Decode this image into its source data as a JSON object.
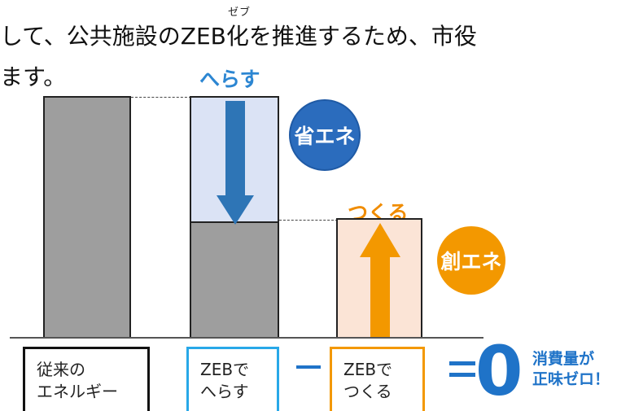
{
  "header": {
    "ruby": "ゼブ",
    "line1": "して、公共施設のZEB化を推進するため、市役",
    "line2": "ます。"
  },
  "diagram": {
    "label_reduce": "へらす",
    "label_create": "つくる",
    "circle_saving": "省エネ",
    "circle_creating": "創エネ",
    "box_conventional_line1": "従来の",
    "box_conventional_line2": "エネルギー",
    "box_reduce_line1": "ZEBで",
    "box_reduce_line2": "へらす",
    "box_create_line1": "ZEBで",
    "box_create_line2": "つくる",
    "result_zero": "0",
    "result_note_line1": "消費量が",
    "result_note_line2": "正味ゼロ！",
    "colors": {
      "gray_bar": "#9e9e9e",
      "light_blue_bar": "#dbe3f5",
      "peach_bar": "#fbe4d6",
      "blue_accent": "#1f73c8",
      "orange_accent": "#f39800",
      "cyan_box": "#28a8e8"
    }
  }
}
